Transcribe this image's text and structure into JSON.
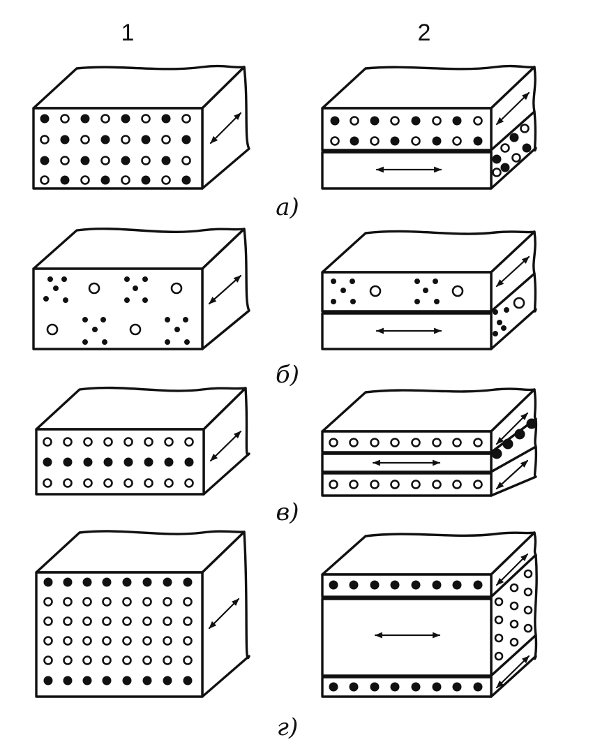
{
  "columns": {
    "left": "1",
    "right": "2"
  },
  "panels": [
    {
      "id": "a",
      "label": "а)"
    },
    {
      "id": "b",
      "label": "б)"
    },
    {
      "id": "v",
      "label": "в)"
    },
    {
      "id": "g",
      "label": "г)"
    }
  ],
  "colors": {
    "ink": "#111111",
    "paper": "#ffffff"
  }
}
